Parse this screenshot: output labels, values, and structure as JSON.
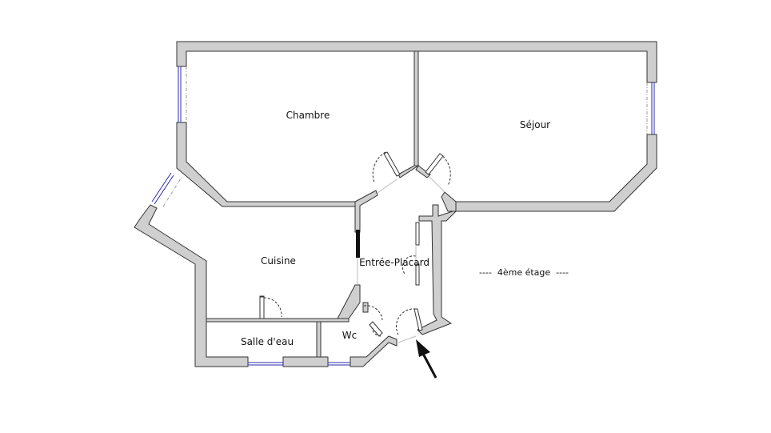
{
  "floor_label": "----  4ème étage  ----",
  "rooms": {
    "chambre": "Chambre",
    "sejour": "Séjour",
    "cuisine": "Cuisine",
    "entree": "Entrée-Placard",
    "salle_eau": "Salle d'eau",
    "wc": "Wc"
  },
  "colors": {
    "wall_fill": "#cfcfcf",
    "wall_stroke": "#333333",
    "window": "#2b2bb0",
    "door_arc": "#333333"
  }
}
